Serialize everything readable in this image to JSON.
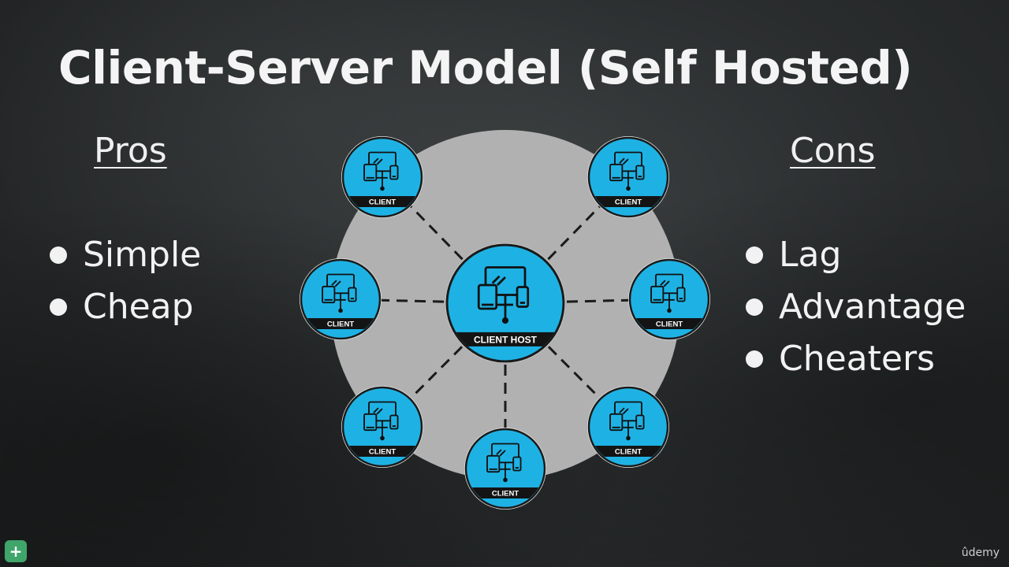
{
  "slide": {
    "title": "Client-Server Model (Self Hosted)",
    "watermark": "ûdemy"
  },
  "pros": {
    "heading": "Pros",
    "items": [
      "Simple",
      "Cheap"
    ]
  },
  "cons": {
    "heading": "Cons",
    "items": [
      "Lag",
      "Advantage",
      "Cheaters"
    ]
  },
  "diagram": {
    "host_label": "CLIENT HOST",
    "client_label": "CLIENT",
    "client_count": 7,
    "colors": {
      "disc": "#b1b1b1",
      "node": "#1eb2e4",
      "node_ring": "#1a1a1a",
      "connector": "#1a1a1a"
    },
    "icons": [
      "desktop-tablet-phone-icon"
    ]
  }
}
